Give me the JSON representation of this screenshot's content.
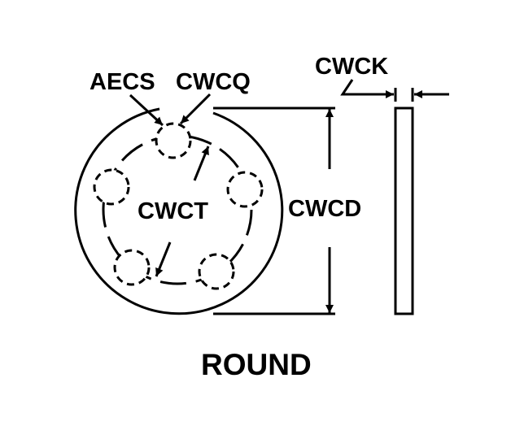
{
  "diagram": {
    "shape_name": "ROUND",
    "labels": {
      "bolt_hole_count": "AECS",
      "bolt_hole_diameter": "CWCQ",
      "thickness": "CWCK",
      "outside_diameter": "CWCD",
      "bolt_circle_diameter": "CWCT"
    },
    "bolt_hole_count_depicted": 5,
    "colors": {
      "line": "#000000",
      "background": "#ffffff"
    }
  }
}
